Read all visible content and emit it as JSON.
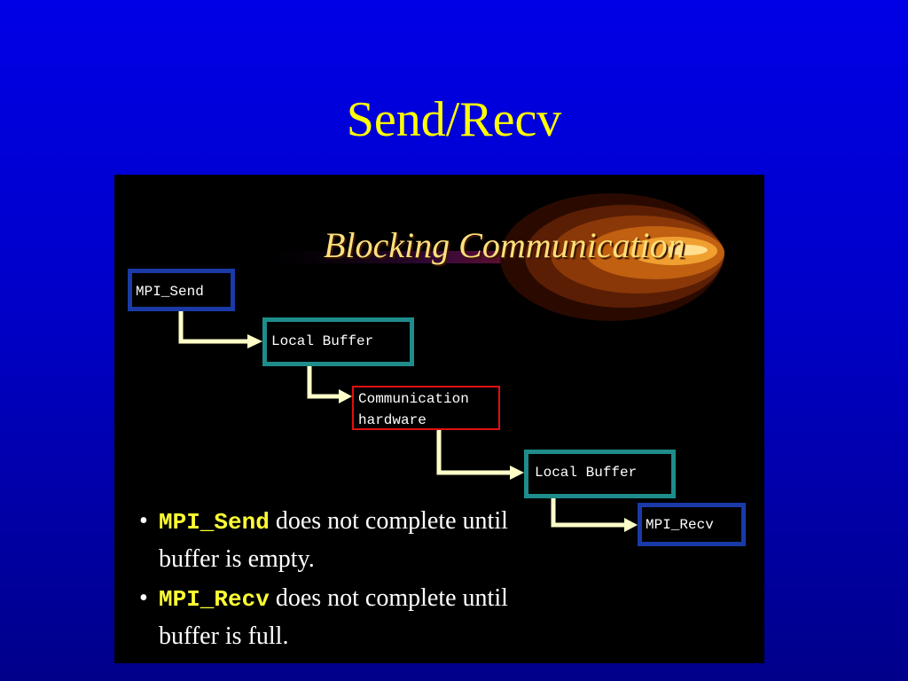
{
  "slide": {
    "title": "Send/Recv"
  },
  "diagram": {
    "heading": "Blocking Communication",
    "boxes": {
      "mpi_send": "MPI_Send",
      "local_buffer_1": "Local Buffer",
      "communication_line1": "Communication",
      "communication_line2": "hardware",
      "local_buffer_2": "Local Buffer",
      "mpi_recv": "MPI_Recv"
    }
  },
  "bullets": [
    {
      "marker": "•",
      "code": "MPI_Send",
      "text": " does not complete until buffer is empty."
    },
    {
      "marker": "•",
      "code": "MPI_Recv",
      "text": " does not complete until buffer is full."
    }
  ],
  "colors": {
    "title": "#ffff00",
    "heading": "#ffe07a",
    "mpi_box_border": "#1a3aa8",
    "buffer_box_border": "#1f8c8c",
    "hardware_box_border": "#e01010",
    "arrow": "#ffffc8",
    "code_text": "#ffff33"
  }
}
